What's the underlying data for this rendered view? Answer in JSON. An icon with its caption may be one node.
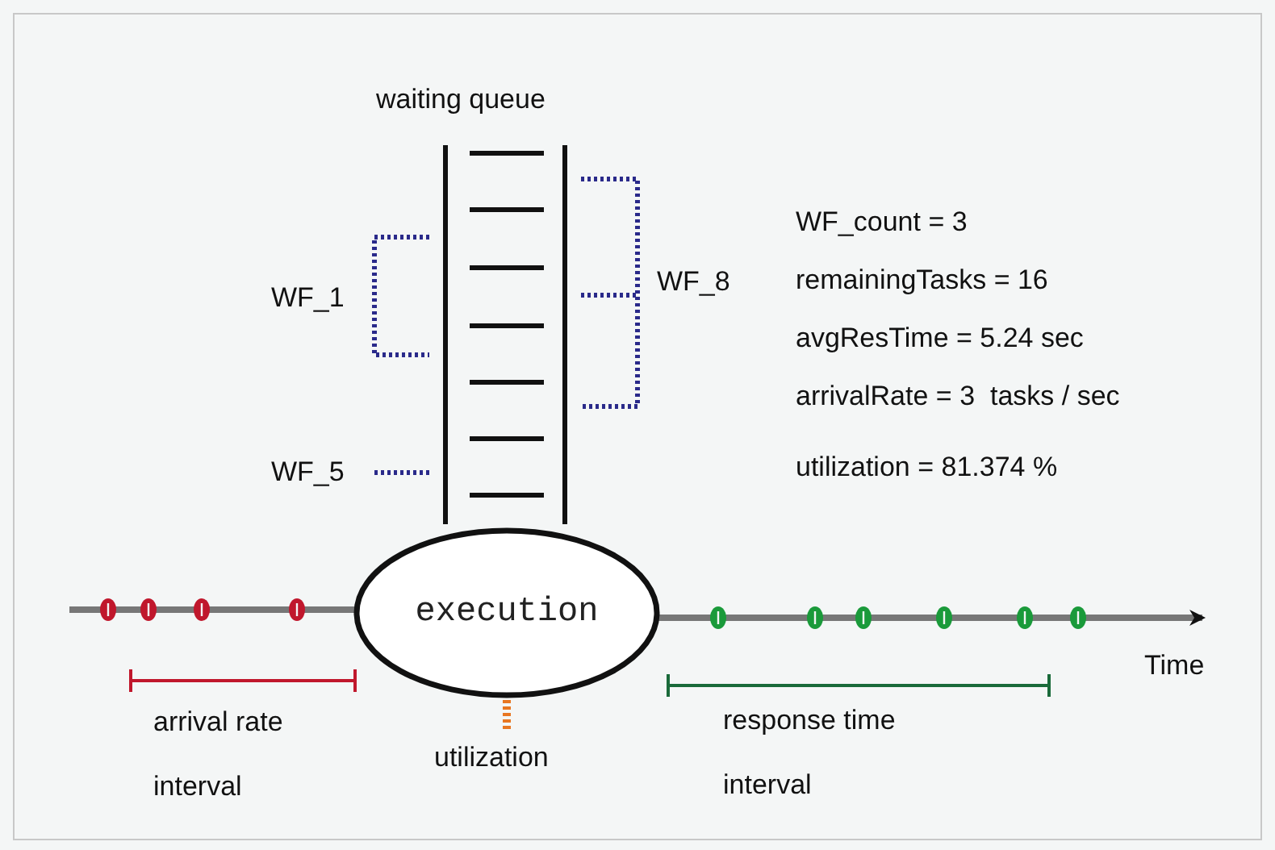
{
  "diagram": {
    "nodes": [
      {
        "text": [
          "execution"
        ]
      }
    ],
    "edges": [],
    "labels": [
      "waiting queue",
      "WF_1",
      "WF_8",
      "WF_5",
      "WF_count = 3",
      "remainingTasks = 16",
      "avgResTime = 5.24 sec",
      "arrivalRate = 3  tasks / sec",
      "utilization = 81.374 %",
      "Time",
      "arrival rate interval",
      "utilization",
      "response time interval"
    ]
  }
}
